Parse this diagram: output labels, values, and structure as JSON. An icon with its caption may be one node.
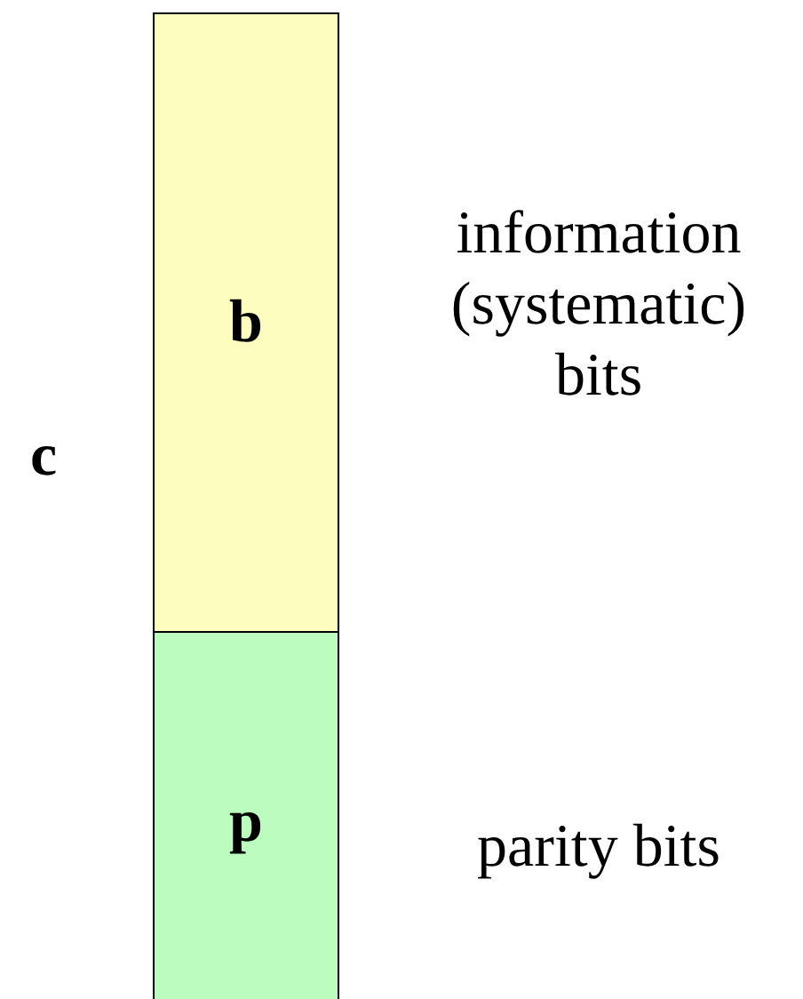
{
  "diagram": {
    "nodes": [
      {
        "text": [
          "b"
        ],
        "beside": [
          "information (systematic) bits"
        ]
      },
      {
        "text": [
          "p"
        ],
        "beside": [
          "parity bits"
        ]
      }
    ],
    "labels": [
      "c"
    ]
  }
}
